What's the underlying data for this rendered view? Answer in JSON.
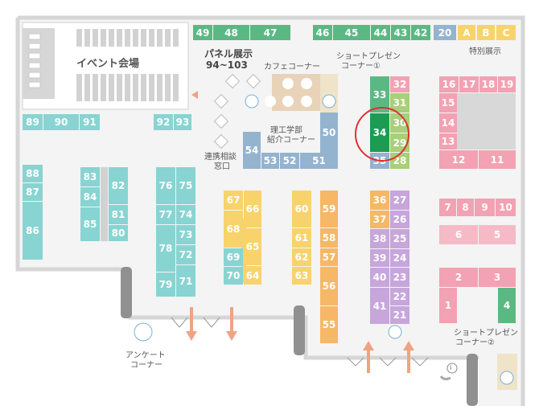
{
  "colors": {
    "green_dark": "#5cb883",
    "green_light": "#a8cf7a",
    "teal": "#88d4d2",
    "blue": "#94b3cf",
    "yellow": "#f8d36b",
    "orange": "#f6b866",
    "purple": "#c7a6dc",
    "pink": "#f2a2b3",
    "pink_light": "#f6b9c6",
    "green_selected": "#1d9b53",
    "highlight": "#e03030",
    "floor": "#f4f4f4",
    "wall": "#d6d6d6"
  },
  "labels": {
    "event_hall": "イベント会場",
    "panel_title": "パネル展示",
    "panel_range": "94~103",
    "cafe": "カフェコーナー",
    "short_presen_1_line1": "ショートプレゼン",
    "short_presen_1_line2": "コーナー①",
    "special": "特別展示",
    "science_line1": "理工学部",
    "science_line2": "紹介コーナー",
    "consult_line1": "連携相談",
    "consult_line2": "窓口",
    "survey_line1": "アンケート",
    "survey_line2": "コーナー",
    "short_presen_2_line1": "ショートプレゼン",
    "short_presen_2_line2": "コーナー②",
    "info_icon": "i"
  },
  "booths": [
    {
      "id": "49",
      "color": "green_dark"
    },
    {
      "id": "48",
      "color": "green_dark"
    },
    {
      "id": "47",
      "color": "green_dark"
    },
    {
      "id": "46",
      "color": "green_dark"
    },
    {
      "id": "45",
      "color": "green_dark"
    },
    {
      "id": "44",
      "color": "green_dark"
    },
    {
      "id": "43",
      "color": "green_dark"
    },
    {
      "id": "42",
      "color": "green_dark"
    },
    {
      "id": "20",
      "color": "blue"
    },
    {
      "id": "A",
      "color": "yellow"
    },
    {
      "id": "B",
      "color": "yellow"
    },
    {
      "id": "C",
      "color": "yellow"
    },
    {
      "id": "89",
      "color": "teal"
    },
    {
      "id": "90",
      "color": "teal"
    },
    {
      "id": "91",
      "color": "teal"
    },
    {
      "id": "92",
      "color": "teal"
    },
    {
      "id": "93",
      "color": "teal"
    },
    {
      "id": "50",
      "color": "blue"
    },
    {
      "id": "54",
      "color": "blue"
    },
    {
      "id": "53",
      "color": "blue"
    },
    {
      "id": "52",
      "color": "blue"
    },
    {
      "id": "51",
      "color": "blue"
    },
    {
      "id": "33",
      "color": "green_dark"
    },
    {
      "id": "32",
      "color": "pink"
    },
    {
      "id": "31",
      "color": "green_light"
    },
    {
      "id": "34",
      "color": "green_selected"
    },
    {
      "id": "30",
      "color": "green_light"
    },
    {
      "id": "29",
      "color": "green_light"
    },
    {
      "id": "35",
      "color": "blue"
    },
    {
      "id": "28",
      "color": "green_light"
    },
    {
      "id": "16",
      "color": "pink"
    },
    {
      "id": "17",
      "color": "pink"
    },
    {
      "id": "18",
      "color": "pink"
    },
    {
      "id": "19",
      "color": "pink"
    },
    {
      "id": "15",
      "color": "pink"
    },
    {
      "id": "14",
      "color": "pink"
    },
    {
      "id": "13",
      "color": "pink"
    },
    {
      "id": "12",
      "color": "pink"
    },
    {
      "id": "11",
      "color": "pink"
    },
    {
      "id": "88",
      "color": "teal"
    },
    {
      "id": "87",
      "color": "teal"
    },
    {
      "id": "86",
      "color": "teal"
    },
    {
      "id": "83",
      "color": "teal"
    },
    {
      "id": "82",
      "color": "teal"
    },
    {
      "id": "84",
      "color": "teal"
    },
    {
      "id": "81",
      "color": "teal"
    },
    {
      "id": "85",
      "color": "teal"
    },
    {
      "id": "80",
      "color": "teal"
    },
    {
      "id": "76",
      "color": "teal"
    },
    {
      "id": "75",
      "color": "teal"
    },
    {
      "id": "77",
      "color": "teal"
    },
    {
      "id": "74",
      "color": "teal"
    },
    {
      "id": "78",
      "color": "teal"
    },
    {
      "id": "73",
      "color": "teal"
    },
    {
      "id": "72",
      "color": "teal"
    },
    {
      "id": "79",
      "color": "teal"
    },
    {
      "id": "71",
      "color": "teal"
    },
    {
      "id": "67",
      "color": "yellow"
    },
    {
      "id": "66",
      "color": "yellow"
    },
    {
      "id": "68",
      "color": "yellow"
    },
    {
      "id": "65",
      "color": "yellow"
    },
    {
      "id": "69",
      "color": "teal"
    },
    {
      "id": "70",
      "color": "teal"
    },
    {
      "id": "64",
      "color": "yellow"
    },
    {
      "id": "60",
      "color": "yellow"
    },
    {
      "id": "61",
      "color": "yellow"
    },
    {
      "id": "62",
      "color": "yellow"
    },
    {
      "id": "63",
      "color": "yellow"
    },
    {
      "id": "59",
      "color": "orange"
    },
    {
      "id": "58",
      "color": "orange"
    },
    {
      "id": "57",
      "color": "orange"
    },
    {
      "id": "56",
      "color": "orange"
    },
    {
      "id": "55",
      "color": "orange"
    },
    {
      "id": "36",
      "color": "orange"
    },
    {
      "id": "27",
      "color": "purple"
    },
    {
      "id": "37",
      "color": "orange"
    },
    {
      "id": "26",
      "color": "purple"
    },
    {
      "id": "38",
      "color": "purple"
    },
    {
      "id": "25",
      "color": "purple"
    },
    {
      "id": "39",
      "color": "purple"
    },
    {
      "id": "24",
      "color": "purple"
    },
    {
      "id": "40",
      "color": "purple"
    },
    {
      "id": "23",
      "color": "purple"
    },
    {
      "id": "41",
      "color": "purple"
    },
    {
      "id": "22",
      "color": "purple"
    },
    {
      "id": "21",
      "color": "purple"
    },
    {
      "id": "7",
      "color": "pink"
    },
    {
      "id": "8",
      "color": "pink"
    },
    {
      "id": "9",
      "color": "pink"
    },
    {
      "id": "10",
      "color": "pink"
    },
    {
      "id": "6",
      "color": "pink_light"
    },
    {
      "id": "5",
      "color": "pink_light"
    },
    {
      "id": "2",
      "color": "pink"
    },
    {
      "id": "3",
      "color": "pink"
    },
    {
      "id": "1",
      "color": "pink"
    },
    {
      "id": "4",
      "color": "green_dark"
    }
  ],
  "highlighted_booth": "34"
}
